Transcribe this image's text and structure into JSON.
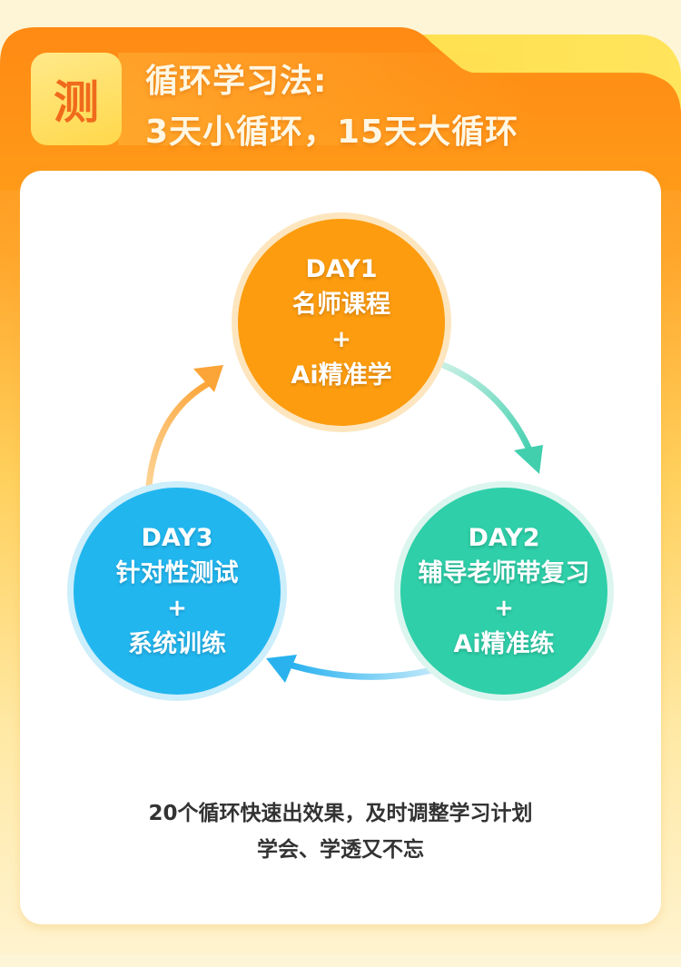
{
  "header": {
    "badge_char": "测",
    "title_line1": "循环学习法:",
    "title_line2": "3天小循环，15天大循环"
  },
  "cycle": {
    "nodes": [
      {
        "day": "DAY1",
        "line1": "名师课程",
        "plus": "+",
        "line2": "Ai精准学",
        "color": "#fd9c0f"
      },
      {
        "day": "DAY2",
        "line1": "辅导老师带复习",
        "plus": "+",
        "line2": "Ai精准练",
        "color": "#2ecfa9"
      },
      {
        "day": "DAY3",
        "line1": "针对性测试",
        "plus": "+",
        "line2": "系统训练",
        "color": "#22b6ef"
      }
    ],
    "arrows": [
      {
        "from": "DAY1",
        "to": "DAY2",
        "color": "#45d0b0"
      },
      {
        "from": "DAY2",
        "to": "DAY3",
        "color": "#2ab2ef"
      },
      {
        "from": "DAY3",
        "to": "DAY1",
        "color": "#fba437"
      }
    ]
  },
  "footer": {
    "line1": "20个循环快速出效果，及时调整学习计划",
    "line2": "学会、学透又不忘"
  },
  "colors": {
    "header_orange": "#ff8a14",
    "badge_yellow": "#ffd84a",
    "badge_text": "#f06a1c",
    "background": "#fef5d6"
  }
}
